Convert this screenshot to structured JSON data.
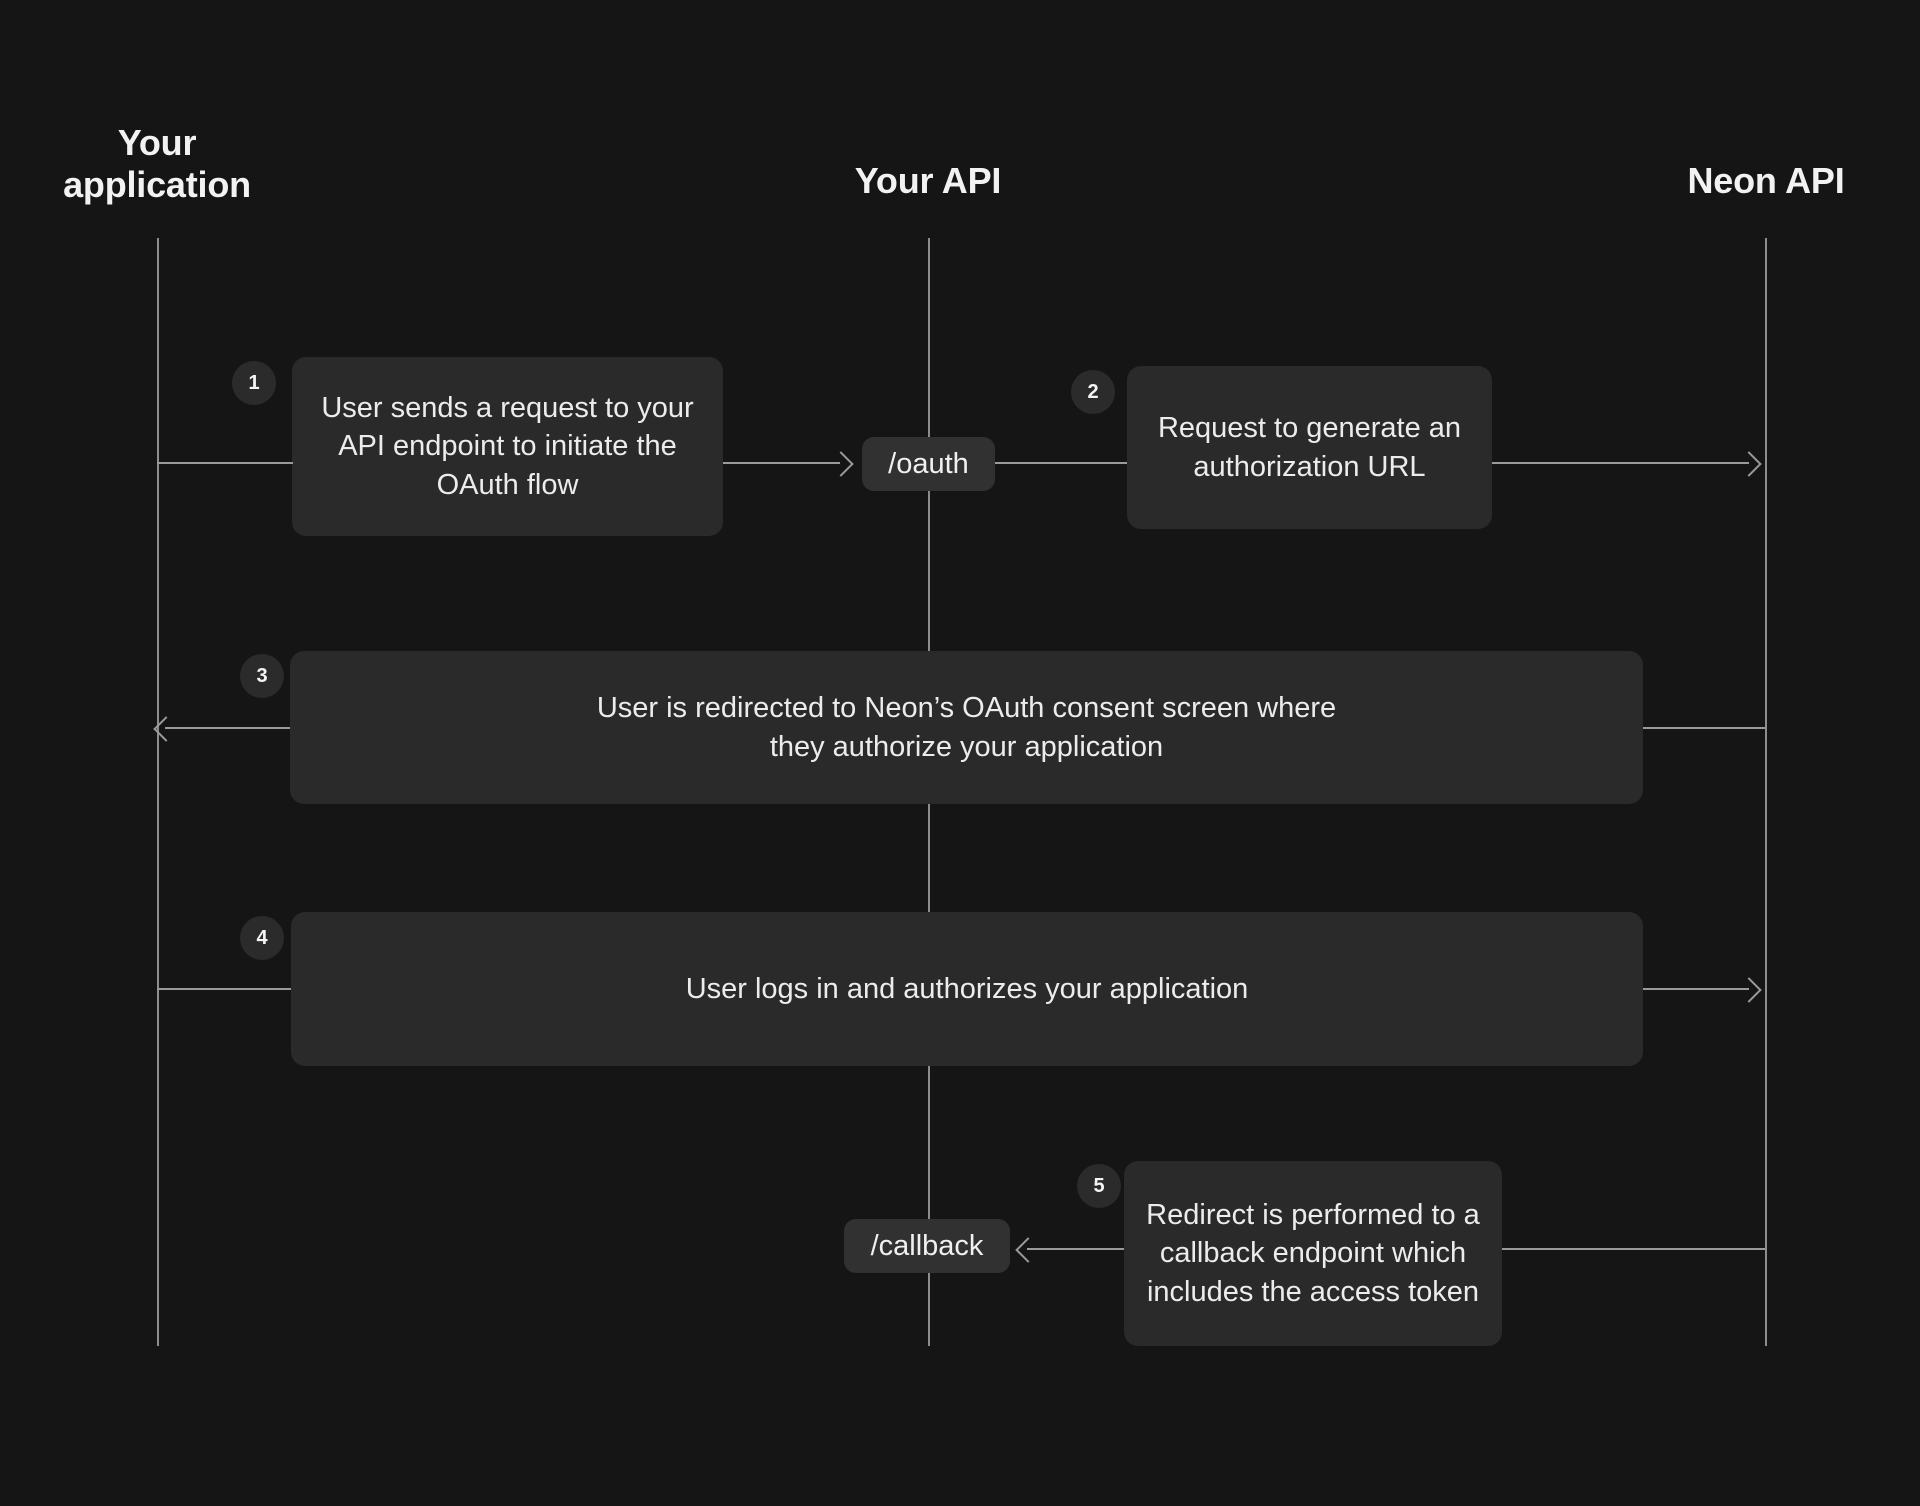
{
  "diagram": {
    "title": "Neon OAuth flow sequence diagram",
    "background_color": "#151515",
    "box_color": "#2a2a2a",
    "pill_color": "#313131",
    "line_color": "#9a9a9a",
    "text_color": "#ececec"
  },
  "actors": [
    {
      "id": "app",
      "label": "Your\napplication"
    },
    {
      "id": "your_api",
      "label": "Your API"
    },
    {
      "id": "neon_api",
      "label": "Neon API"
    }
  ],
  "steps": [
    {
      "number": "1",
      "text": "User sends a request to your\nAPI endpoint to initiate the\nOAuth flow",
      "from": "app",
      "to": "your_api",
      "direction": "right"
    },
    {
      "number": "2",
      "text": "Request to generate an\nauthorization URL",
      "from": "your_api",
      "to": "neon_api",
      "direction": "right"
    },
    {
      "number": "3",
      "text": "User is redirected to Neon’s OAuth consent screen where\nthey authorize your application",
      "from": "neon_api",
      "to": "app",
      "direction": "left"
    },
    {
      "number": "4",
      "text": "User logs in and authorizes your application",
      "from": "app",
      "to": "neon_api",
      "direction": "right"
    },
    {
      "number": "5",
      "text": "Redirect is performed to a\ncallback endpoint which\nincludes the access token",
      "from": "neon_api",
      "to": "your_api",
      "direction": "left"
    }
  ],
  "endpoints": [
    {
      "id": "oauth",
      "label": "/oauth"
    },
    {
      "id": "callback",
      "label": "/callback"
    }
  ]
}
